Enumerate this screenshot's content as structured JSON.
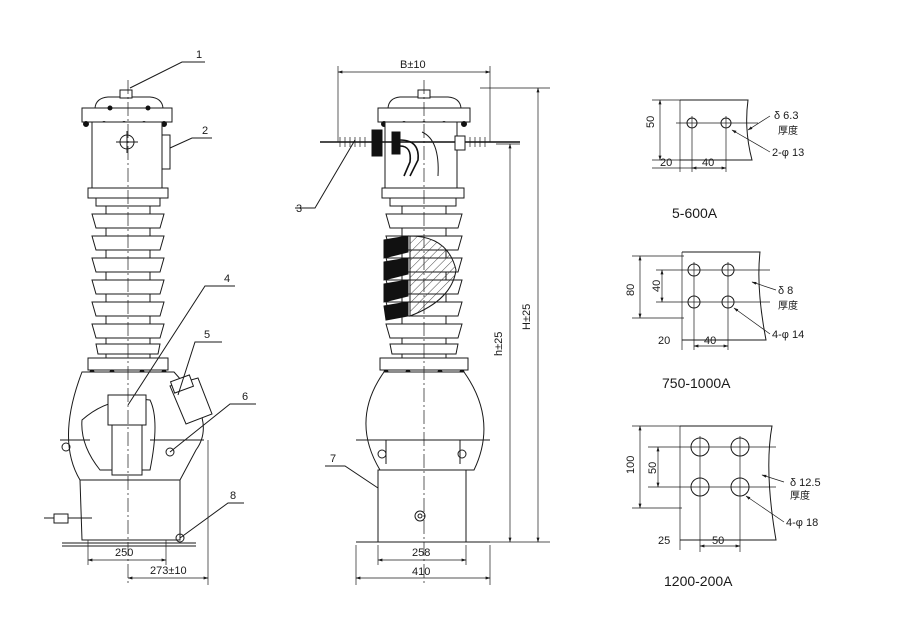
{
  "callouts": [
    "1",
    "2",
    "3",
    "4",
    "5",
    "6",
    "7",
    "8"
  ],
  "left_view": {
    "dim_base": "250",
    "dim_total": "273±10"
  },
  "middle_view": {
    "dim_top": "B±10",
    "dim_h": "h±25",
    "dim_H": "H±25",
    "dim_258": "258",
    "dim_410": "410"
  },
  "terminals": [
    {
      "caption": "5-600A",
      "height": "50",
      "edge": "20",
      "pitch": "40",
      "thickness": "δ 6.3",
      "thickness_note": "厚度",
      "holes": "2-φ 13"
    },
    {
      "caption": "750-1000A",
      "height": "80",
      "inner_height": "40",
      "edge": "20",
      "pitch": "40",
      "thickness": "δ 8",
      "thickness_note": "厚度",
      "holes": "4-φ 14"
    },
    {
      "caption": "1200-200A",
      "height": "100",
      "inner_height": "50",
      "edge": "25",
      "pitch": "50",
      "thickness": "δ 12.5",
      "thickness_note": "厚度",
      "holes": "4-φ 18"
    }
  ]
}
